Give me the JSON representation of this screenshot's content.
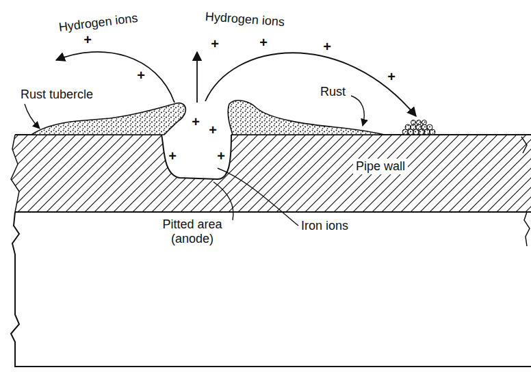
{
  "diagram": {
    "labels": [
      "Hydrogen ions",
      "Hydrogen ions",
      "Rust tubercle",
      "Rust",
      "Pipe wall",
      "Pitted area (anode)",
      "Iron ions",
      "+",
      "+",
      "+",
      "+",
      "+",
      "+",
      "+",
      "+",
      "+",
      "+"
    ]
  }
}
